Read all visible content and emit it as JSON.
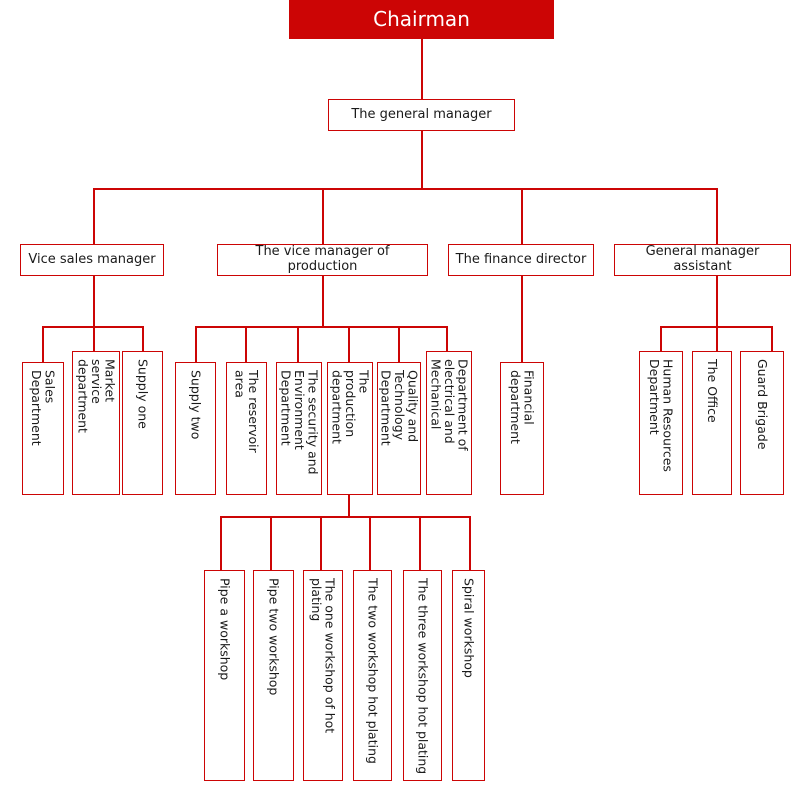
{
  "diagram": {
    "title": "Organization Chart",
    "type": "org-chart",
    "accent_color": "#cc0505",
    "root_text_color": "#ffffff",
    "box_fill": "#ffffff",
    "text_color": "#1a1a1a"
  },
  "nodes": {
    "chairman": {
      "label": "Chairman"
    },
    "general_manager": {
      "label": "The general manager"
    },
    "level2": [
      {
        "id": "vice-sales-manager",
        "label": "Vice sales manager"
      },
      {
        "id": "vice-manager-production",
        "label": "The vice manager of production"
      },
      {
        "id": "finance-director",
        "label": "The finance director"
      },
      {
        "id": "general-manager-assistant",
        "label": "General manager assistant"
      }
    ],
    "sales_children": [
      {
        "id": "sales-department",
        "label": "Sales\nDepartment"
      },
      {
        "id": "market-service-department",
        "label": "Market\nservice\ndepartment"
      },
      {
        "id": "supply-one",
        "label": "Supply one"
      }
    ],
    "production_children": [
      {
        "id": "supply-two",
        "label": "Supply two"
      },
      {
        "id": "the-reservoir-area",
        "label": "The reservoir\narea"
      },
      {
        "id": "security-environment-department",
        "label": "The security and\nEnvironment\nDepartment"
      },
      {
        "id": "production-department",
        "label": "The\nproduction\ndepartment"
      },
      {
        "id": "quality-technology-department",
        "label": "Quality and\nTechnology\nDepartment"
      },
      {
        "id": "department-electrical-mechanical",
        "label": "Department of\nelectrical and\nMechanical"
      }
    ],
    "finance_children": [
      {
        "id": "financial-department",
        "label": "Financial\ndepartment"
      }
    ],
    "assistant_children": [
      {
        "id": "human-resources-department",
        "label": "Human Resources\nDepartment"
      },
      {
        "id": "the-office",
        "label": "The Office"
      },
      {
        "id": "guard-brigade",
        "label": "Guard Brigade"
      }
    ],
    "workshops": [
      {
        "id": "pipe-a-workshop",
        "label": "Pipe a workshop"
      },
      {
        "id": "pipe-two-workshop",
        "label": "Pipe two workshop"
      },
      {
        "id": "one-workshop-hot-plating",
        "label": "The one workshop of hot plating"
      },
      {
        "id": "two-workshop-hot-plating",
        "label": "The two workshop hot plating"
      },
      {
        "id": "three-workshop-hot-plating",
        "label": "The three workshop hot plating"
      },
      {
        "id": "spiral-workshop",
        "label": "Spiral workshop"
      }
    ]
  }
}
